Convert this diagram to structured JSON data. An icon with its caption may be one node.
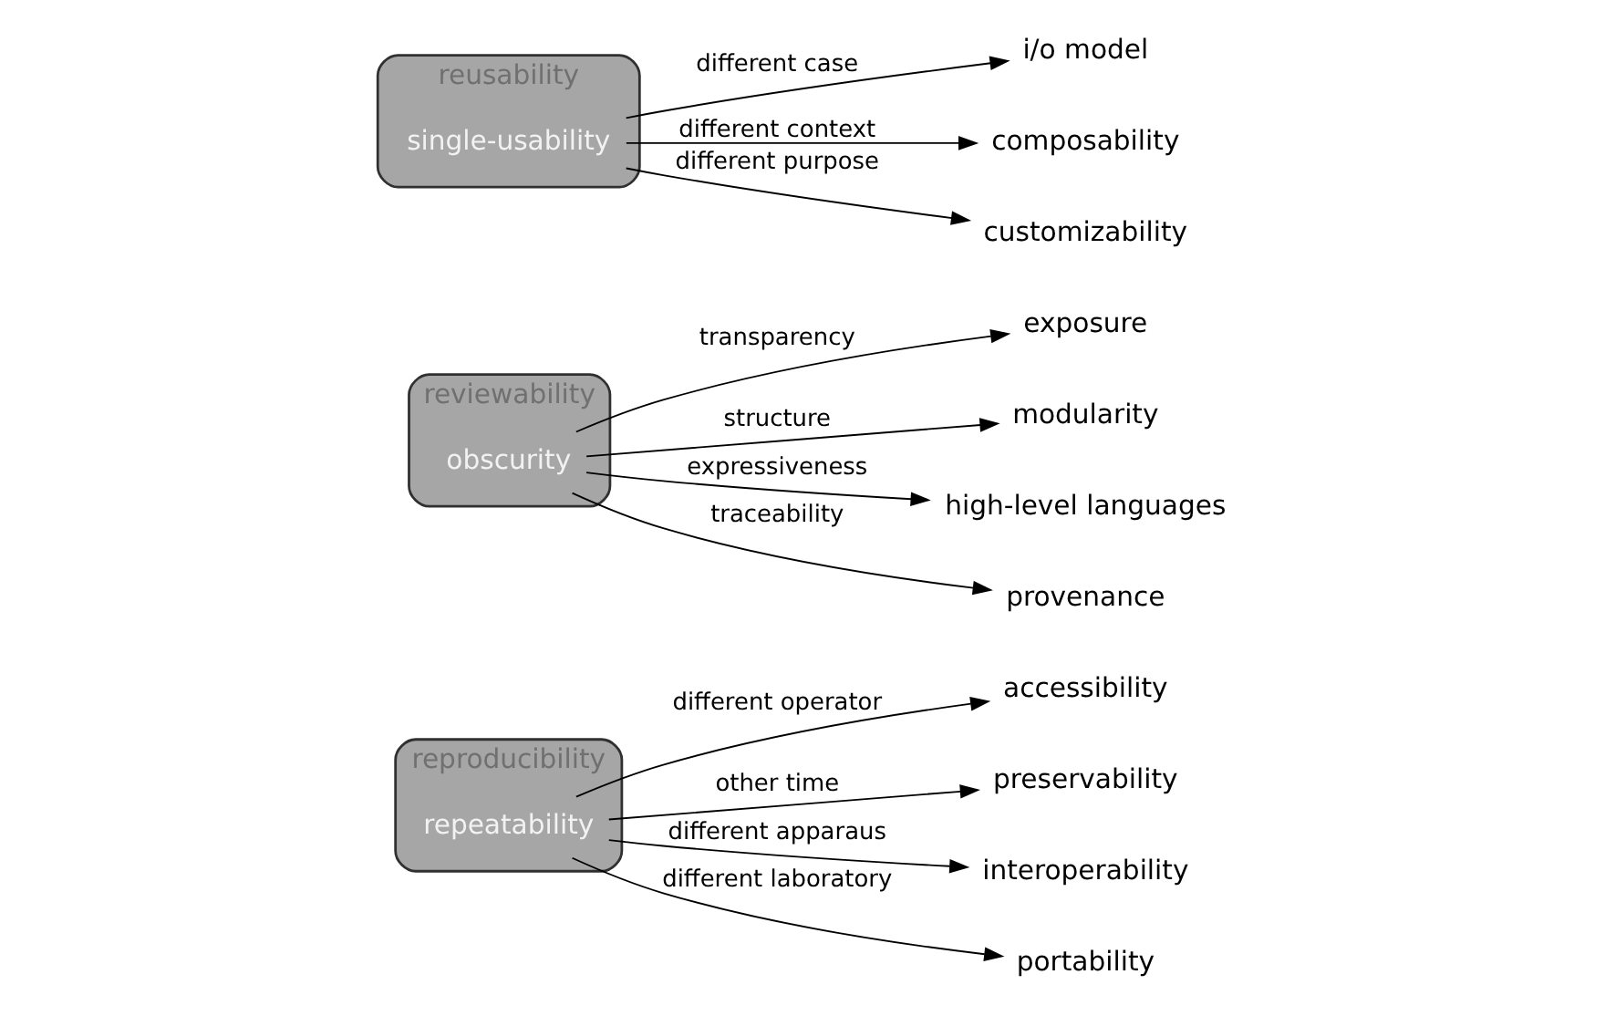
{
  "diagram": {
    "nodes": [
      {
        "text": [
          "reproducibility"
        ]
      },
      {
        "text": [
          "repeatability"
        ],
        "in": 0
      },
      {
        "text": [
          "accessibility"
        ]
      },
      {
        "text": [
          "preservability"
        ]
      },
      {
        "text": [
          "interoperability"
        ]
      },
      {
        "text": [
          "portability"
        ]
      },
      {
        "text": [
          "reviewability"
        ]
      },
      {
        "text": [
          "obscurity"
        ],
        "in": 6
      },
      {
        "text": [
          "exposure"
        ]
      },
      {
        "text": [
          "modularity"
        ]
      },
      {
        "text": [
          "high-level languages"
        ]
      },
      {
        "text": [
          "provenance"
        ]
      },
      {
        "text": [
          "reusability"
        ]
      },
      {
        "text": [
          "single-usability"
        ],
        "in": 12
      },
      {
        "text": [
          "i/o model"
        ]
      },
      {
        "text": [
          "composability"
        ]
      },
      {
        "text": [
          "customizability"
        ]
      }
    ],
    "edges": [
      {
        "from": 1,
        "to": 2,
        "arrow": "to",
        "label": "different operator"
      },
      {
        "from": 1,
        "to": 3,
        "arrow": "to",
        "label": "other time"
      },
      {
        "from": 1,
        "to": 4,
        "arrow": "to",
        "label": "different apparaus"
      },
      {
        "from": 1,
        "to": 5,
        "arrow": "to",
        "label": "different laboratory"
      },
      {
        "from": 7,
        "to": 8,
        "arrow": "to",
        "label": "transparency"
      },
      {
        "from": 7,
        "to": 9,
        "arrow": "to",
        "label": "structure"
      },
      {
        "from": 7,
        "to": 10,
        "arrow": "to",
        "label": "expressiveness"
      },
      {
        "from": 7,
        "to": 11,
        "arrow": "to",
        "label": "traceability"
      },
      {
        "from": 13,
        "to": 14,
        "arrow": "to",
        "label": "different case"
      },
      {
        "from": 13,
        "to": 15,
        "arrow": "to",
        "label": "different context"
      },
      {
        "from": 13,
        "to": 16,
        "arrow": "to",
        "label": "different purpose"
      }
    ]
  }
}
